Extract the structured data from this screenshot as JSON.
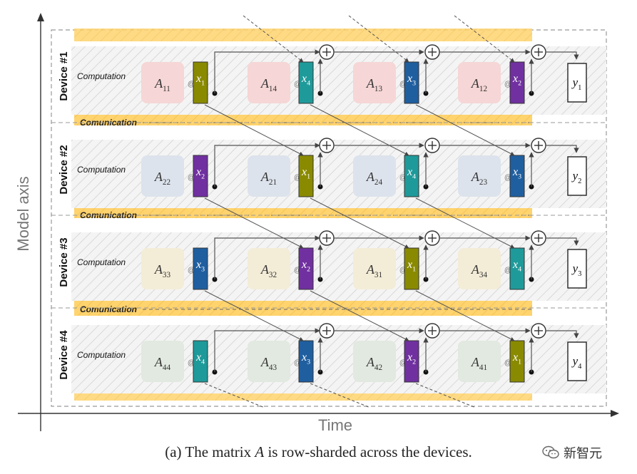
{
  "axes": {
    "y_label": "Model axis",
    "x_label": "Time"
  },
  "row_labels": {
    "computation": "Computation",
    "communication": "Comunication"
  },
  "colors": {
    "x1": "#8a8a00",
    "x2": "#7030a0",
    "x3": "#1f5fa0",
    "x4": "#1f9a9a",
    "comm_band": "#ffd36e",
    "dev1_tile": "#f6d6d6",
    "dev2_tile": "#dde3ec",
    "dev3_tile": "#f3ecd7",
    "dev4_tile": "#e2e9e0"
  },
  "devices": [
    {
      "name": "Device #1",
      "tiles": [
        {
          "base": "A",
          "sub": "11"
        },
        {
          "base": "A",
          "sub": "14"
        },
        {
          "base": "A",
          "sub": "13"
        },
        {
          "base": "A",
          "sub": "12"
        }
      ],
      "xs": [
        "1",
        "4",
        "3",
        "2"
      ],
      "output": {
        "base": "y",
        "sub": "1"
      }
    },
    {
      "name": "Device #2",
      "tiles": [
        {
          "base": "A",
          "sub": "22"
        },
        {
          "base": "A",
          "sub": "21"
        },
        {
          "base": "A",
          "sub": "24"
        },
        {
          "base": "A",
          "sub": "23"
        }
      ],
      "xs": [
        "2",
        "1",
        "4",
        "3"
      ],
      "output": {
        "base": "y",
        "sub": "2"
      }
    },
    {
      "name": "Device #3",
      "tiles": [
        {
          "base": "A",
          "sub": "33"
        },
        {
          "base": "A",
          "sub": "32"
        },
        {
          "base": "A",
          "sub": "31"
        },
        {
          "base": "A",
          "sub": "34"
        }
      ],
      "xs": [
        "3",
        "2",
        "1",
        "4"
      ],
      "output": {
        "base": "y",
        "sub": "3"
      }
    },
    {
      "name": "Device #4",
      "tiles": [
        {
          "base": "A",
          "sub": "44"
        },
        {
          "base": "A",
          "sub": "43"
        },
        {
          "base": "A",
          "sub": "42"
        },
        {
          "base": "A",
          "sub": "41"
        }
      ],
      "xs": [
        "4",
        "3",
        "2",
        "1"
      ],
      "output": {
        "base": "y",
        "sub": "4"
      }
    }
  ],
  "caption": {
    "prefix": "(a)  The matrix ",
    "variable": "A",
    "suffix": " is row-sharded across the devices."
  },
  "watermark": "新智元"
}
